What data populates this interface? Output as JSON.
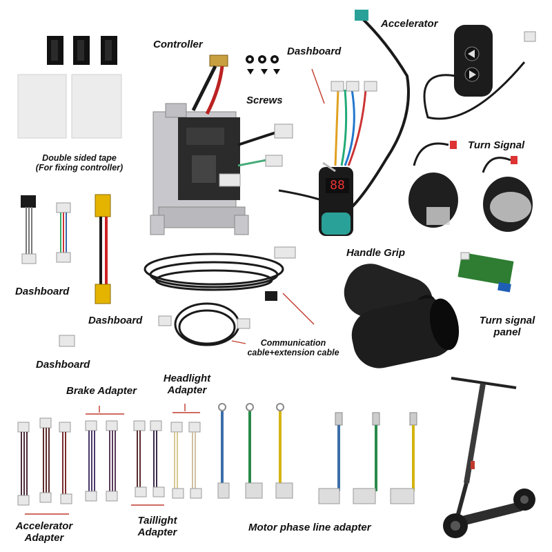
{
  "labels": {
    "controller": "Controller",
    "dashboard_top": "Dashboard",
    "accelerator": "Accelerator",
    "screws": "Screws",
    "turn_signal": "Turn Signal",
    "tape_line1": "Double sided tape",
    "tape_line2": "(For fixing controller)",
    "dashboard_left": "Dashboard",
    "dashboard_mid": "Dashboard",
    "dashboard_small": "Dashboard",
    "handle_grip": "Handle Grip",
    "turn_signal_panel_line1": "Turn signal",
    "turn_signal_panel_line2": "panel",
    "comm_line1": "Communication",
    "comm_line2": "cable+extension cable",
    "brake_adapter": "Brake Adapter",
    "headlight_line1": "Headlight",
    "headlight_line2": "Adapter",
    "accelerator_adapter_line1": "Accelerator",
    "accelerator_adapter_line2": "Adapter",
    "taillight_line1": "Taillight",
    "taillight_line2": "Adapter",
    "motor_phase": "Motor phase line adapter"
  },
  "display_digits": "88",
  "colors": {
    "arrow_red": "#c0392b",
    "cable_black": "#1a1a1a",
    "controller_metal": "#c8c8cc",
    "dashboard_teal": "#2aa198",
    "connector_white": "#e8e8e8"
  }
}
